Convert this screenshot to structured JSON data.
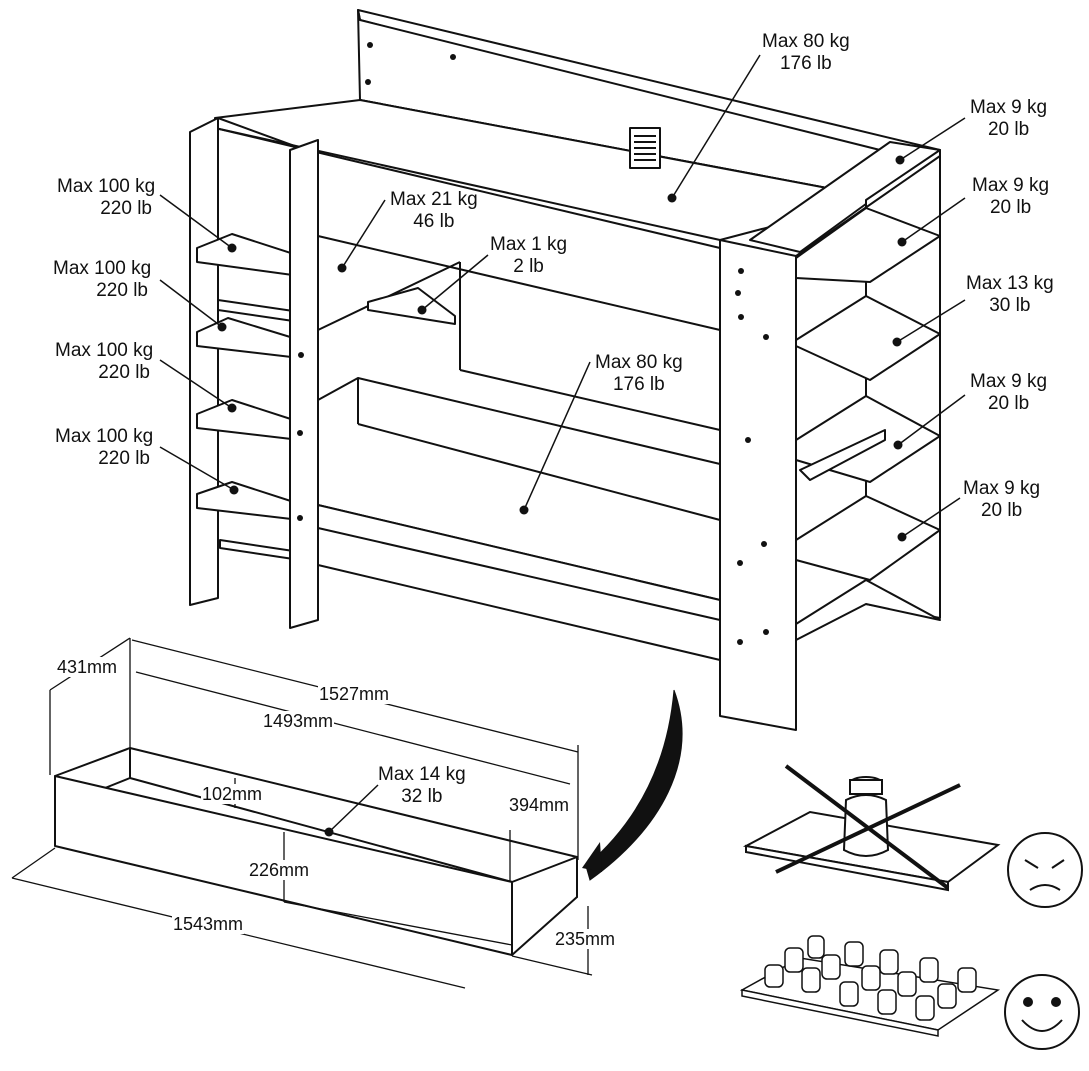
{
  "bed_labels": [
    {
      "kg": "Max 80 kg",
      "lb": "176 lb"
    },
    {
      "kg": "Max 9 kg",
      "lb": "20 lb"
    },
    {
      "kg": "Max 100 kg",
      "lb": "220 lb"
    },
    {
      "kg": "Max 21 kg",
      "lb": "46 lb"
    },
    {
      "kg": "Max 9 kg",
      "lb": "20 lb"
    },
    {
      "kg": "Max 1 kg",
      "lb": "2 lb"
    },
    {
      "kg": "Max 100 kg",
      "lb": "220 lb"
    },
    {
      "kg": "Max 13 kg",
      "lb": "30 lb"
    },
    {
      "kg": "Max 80 kg",
      "lb": "176 lb"
    },
    {
      "kg": "Max 100 kg",
      "lb": "220 lb"
    },
    {
      "kg": "Max 9 kg",
      "lb": "20 lb"
    },
    {
      "kg": "Max 100 kg",
      "lb": "220 lb"
    },
    {
      "kg": "Max 9 kg",
      "lb": "20 lb"
    }
  ],
  "drawer": {
    "load": {
      "kg": "Max 14 kg",
      "lb": "32 lb"
    },
    "dimensions": {
      "height_back": "431mm",
      "length_outer": "1527mm",
      "length_inner": "1493mm",
      "inner_height": "102mm",
      "depth": "394mm",
      "inner_depth": "226mm",
      "length_front": "1543mm",
      "height_front": "235mm"
    }
  },
  "load_guide": {
    "wrong": {
      "icon": "concentrated-weight-crossed-icon",
      "face": "angry-face-icon"
    },
    "right": {
      "icon": "distributed-weights-icon",
      "face": "happy-face-icon"
    }
  }
}
